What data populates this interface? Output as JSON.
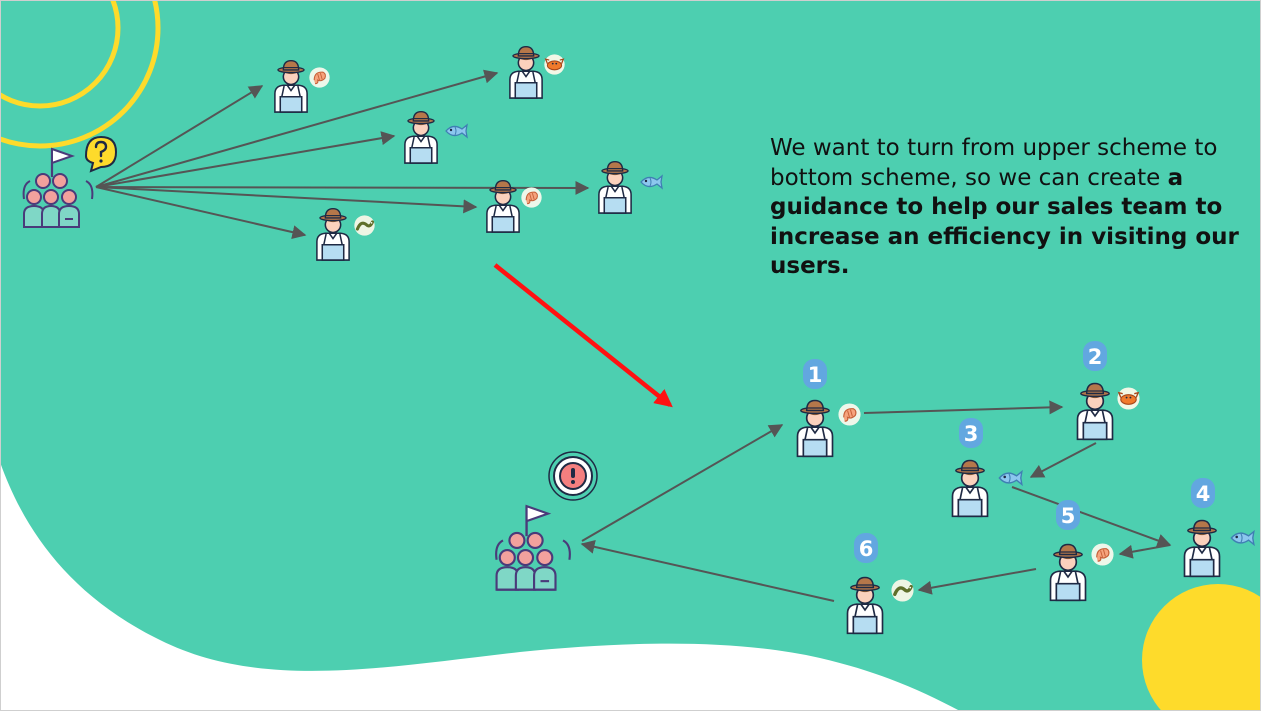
{
  "caption": {
    "normal": "We want to turn from upper scheme to bottom scheme, so we can create",
    "bold": "a guidance to help our sales team to increase an efficiency in visiting our users."
  },
  "colors": {
    "background_green": "#4dcfb0",
    "background_white": "#ffffff",
    "accent_yellow": "#fedb2b",
    "connector_arrow": "#555555",
    "transition_arrow": "#ff1212",
    "badge_blue": "#62a7e0",
    "hat_brown": "#b5774a",
    "overalls_blue": "#b6ddf2"
  },
  "upper_scheme": {
    "team_icon": "sales-team-icon",
    "status_icon": "question-bubble-icon",
    "users": [
      {
        "product_icon": "shrimp-icon"
      },
      {
        "product_icon": "crab-icon"
      },
      {
        "product_icon": "fish-icon"
      },
      {
        "product_icon": "fish-icon"
      },
      {
        "product_icon": "shrimp-icon"
      },
      {
        "product_icon": "eel-icon"
      }
    ]
  },
  "bottom_scheme": {
    "team_icon": "sales-team-icon",
    "status_icon": "exclamation-icon",
    "route": [
      {
        "order": "1",
        "product_icon": "shrimp-icon"
      },
      {
        "order": "2",
        "product_icon": "crab-icon"
      },
      {
        "order": "3",
        "product_icon": "fish-icon"
      },
      {
        "order": "4",
        "product_icon": "fish-icon"
      },
      {
        "order": "5",
        "product_icon": "shrimp-icon"
      },
      {
        "order": "6",
        "product_icon": "eel-icon"
      }
    ]
  }
}
